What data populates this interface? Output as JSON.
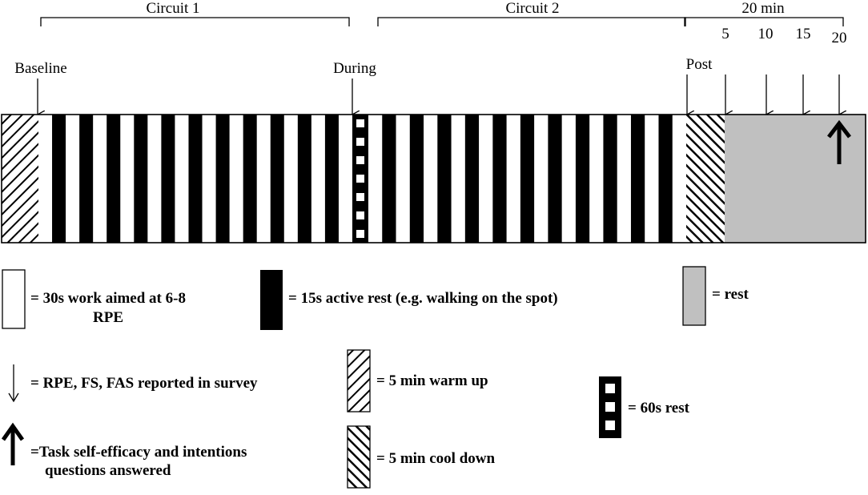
{
  "header": {
    "circuit1": "Circuit 1",
    "circuit2": "Circuit 2",
    "post_period": "20 min",
    "minute_ticks": [
      "5",
      "10",
      "15",
      "20"
    ]
  },
  "timepoints": {
    "baseline": "Baseline",
    "during": "During",
    "post": "Post"
  },
  "legend": {
    "work_line1": "= 30s work aimed at 6-8",
    "work_line2": "RPE",
    "active_rest": "= 15s active rest (e.g. walking on the spot)",
    "rest": "= rest",
    "survey": "= RPE, FS, FAS reported in survey",
    "warm_up": "= 5 min warm up",
    "rest_60s": "= 60s rest",
    "task_line1": "=Task self-efficacy and intentions",
    "task_line2": "questions answered",
    "cool_down": "= 5 min cool down"
  },
  "colors": {
    "work": "#ffffff",
    "active_rest": "#000000",
    "rest": "#c0c0c0",
    "stroke": "#000000"
  }
}
